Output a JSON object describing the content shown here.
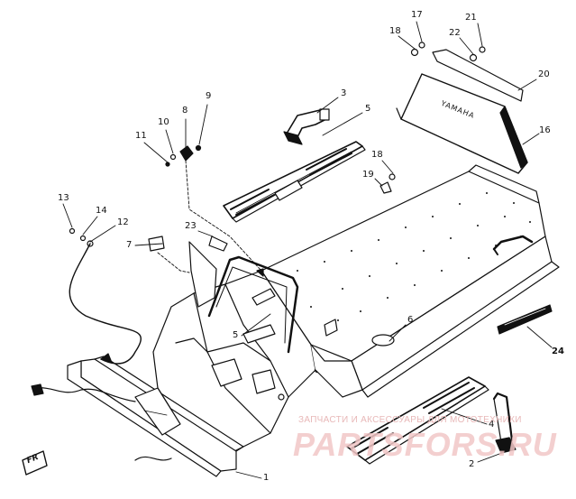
{
  "watermark": {
    "caption": "ЗАПЧАСТИ И АКСЕССУАРЫ ДЛЯ МОТОТЕХНИКИ",
    "logo": "PARTSFORS.RU"
  },
  "front_marker": "FR",
  "decal_text": "YAMAHA",
  "callouts": [
    {
      "id": "1",
      "label": "1"
    },
    {
      "id": "2",
      "label": "2"
    },
    {
      "id": "3",
      "label": "3"
    },
    {
      "id": "4",
      "label": "4"
    },
    {
      "id": "5a",
      "label": "5"
    },
    {
      "id": "5b",
      "label": "5"
    },
    {
      "id": "6",
      "label": "6"
    },
    {
      "id": "7",
      "label": "7"
    },
    {
      "id": "8",
      "label": "8"
    },
    {
      "id": "9",
      "label": "9"
    },
    {
      "id": "10",
      "label": "10"
    },
    {
      "id": "11",
      "label": "11"
    },
    {
      "id": "12",
      "label": "12"
    },
    {
      "id": "13",
      "label": "13"
    },
    {
      "id": "14",
      "label": "14"
    },
    {
      "id": "16",
      "label": "16"
    },
    {
      "id": "17",
      "label": "17"
    },
    {
      "id": "18a",
      "label": "18"
    },
    {
      "id": "18b",
      "label": "18"
    },
    {
      "id": "19",
      "label": "19"
    },
    {
      "id": "20",
      "label": "20"
    },
    {
      "id": "21",
      "label": "21"
    },
    {
      "id": "22",
      "label": "22"
    },
    {
      "id": "23",
      "label": "23"
    },
    {
      "id": "24",
      "label": "24"
    }
  ]
}
